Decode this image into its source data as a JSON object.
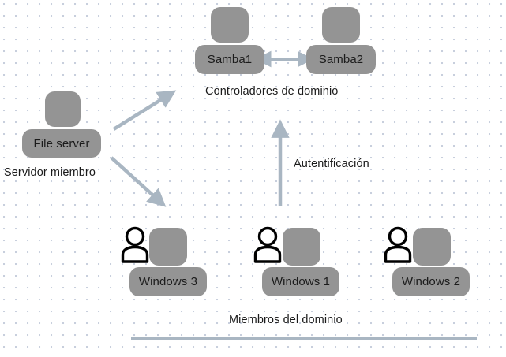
{
  "diagram": {
    "title": "Samba domain topology",
    "colors": {
      "node_fill": "#949494",
      "node_text": "#1b1b1b",
      "arrow": "#a9b6c2",
      "caption_text": "#1b1b1b",
      "grid_dot": "#c8cfdd",
      "background": "#ffffff",
      "person_outline": "#000000"
    },
    "nodes": [
      {
        "id": "samba1",
        "label": "Samba1",
        "icon": "server-icon"
      },
      {
        "id": "samba2",
        "label": "Samba2",
        "icon": "server-icon"
      },
      {
        "id": "file-server",
        "label": "File server",
        "icon": "server-icon"
      },
      {
        "id": "windows3",
        "label": "Windows 3",
        "icon": "workstation-user-icon"
      },
      {
        "id": "windows1",
        "label": "Windows 1",
        "icon": "workstation-user-icon"
      },
      {
        "id": "windows2",
        "label": "Windows 2",
        "icon": "workstation-user-icon"
      }
    ],
    "captions": [
      {
        "id": "domain-controllers",
        "text": "Controladores de dominio"
      },
      {
        "id": "member-server",
        "text": "Servidor miembro"
      },
      {
        "id": "authentication",
        "text": "Autentificación"
      },
      {
        "id": "domain-members",
        "text": "Miembros del dominio"
      }
    ],
    "connectors": [
      {
        "id": "samba-replication",
        "kind": "double-arrow",
        "from": "samba1",
        "to": "samba2"
      },
      {
        "id": "fileserver-to-dc",
        "kind": "arrow",
        "from": "file-server",
        "to": "samba1"
      },
      {
        "id": "fileserver-to-clients",
        "kind": "arrow",
        "from": "file-server",
        "to": "windows3"
      },
      {
        "id": "clients-to-dc",
        "kind": "arrow",
        "from": "windows1",
        "to": "samba2",
        "label": "Autentificación"
      },
      {
        "id": "domain-members-rule",
        "kind": "line"
      }
    ]
  }
}
